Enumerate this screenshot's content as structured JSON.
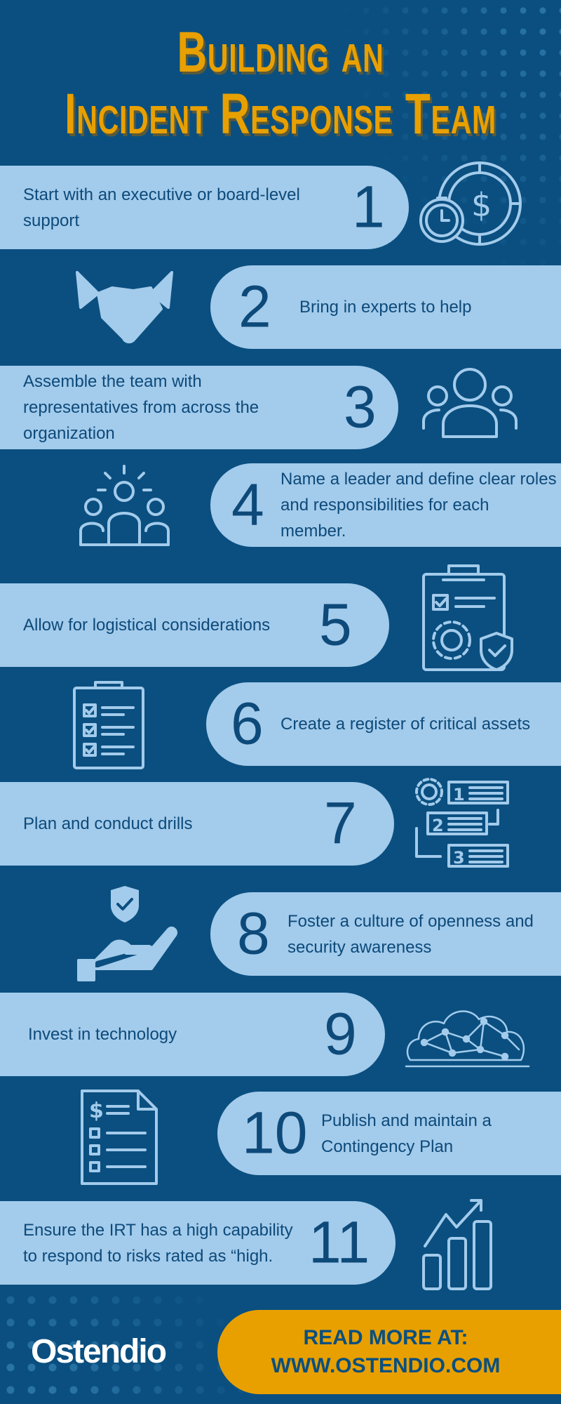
{
  "title": {
    "line1": "Building an",
    "line2": "Incident Response Team"
  },
  "colors": {
    "background": "#0a4f80",
    "pill": "#a3cbeb",
    "text": "#0d4a7a",
    "accent": "#e8a000"
  },
  "steps": [
    {
      "number": "1",
      "text": "Start with an executive or board-level support",
      "icon": "stopwatch-coin-icon"
    },
    {
      "number": "2",
      "text": "Bring in experts to help",
      "icon": "handshake-icon"
    },
    {
      "number": "3",
      "text": "Assemble the team with representatives from across the organization",
      "icon": "group-icon"
    },
    {
      "number": "4",
      "text": "Name a leader and define clear roles and responsibilities for each member.",
      "icon": "leader-team-icon"
    },
    {
      "number": "5",
      "text": "Allow for logistical considerations",
      "icon": "clipboard-gear-shield-icon"
    },
    {
      "number": "6",
      "text": "Create a register of critical assets",
      "icon": "checklist-icon"
    },
    {
      "number": "7",
      "text": "Plan and conduct drills",
      "icon": "process-steps-icon"
    },
    {
      "number": "8",
      "text": "Foster a culture of openness and security awareness",
      "icon": "hand-shield-icon"
    },
    {
      "number": "9",
      "text": "Invest in technology",
      "icon": "network-cloud-icon"
    },
    {
      "number": "10",
      "text": "Publish and maintain a Contingency Plan",
      "icon": "document-list-icon"
    },
    {
      "number": "11",
      "text": "Ensure the IRT has a high capability to respond to risks rated as “high.",
      "icon": "growth-chart-icon"
    }
  ],
  "footer": {
    "logo": "Ostendio",
    "cta_line1": "READ MORE AT:",
    "cta_line2": "WWW.OSTENDIO.COM"
  }
}
